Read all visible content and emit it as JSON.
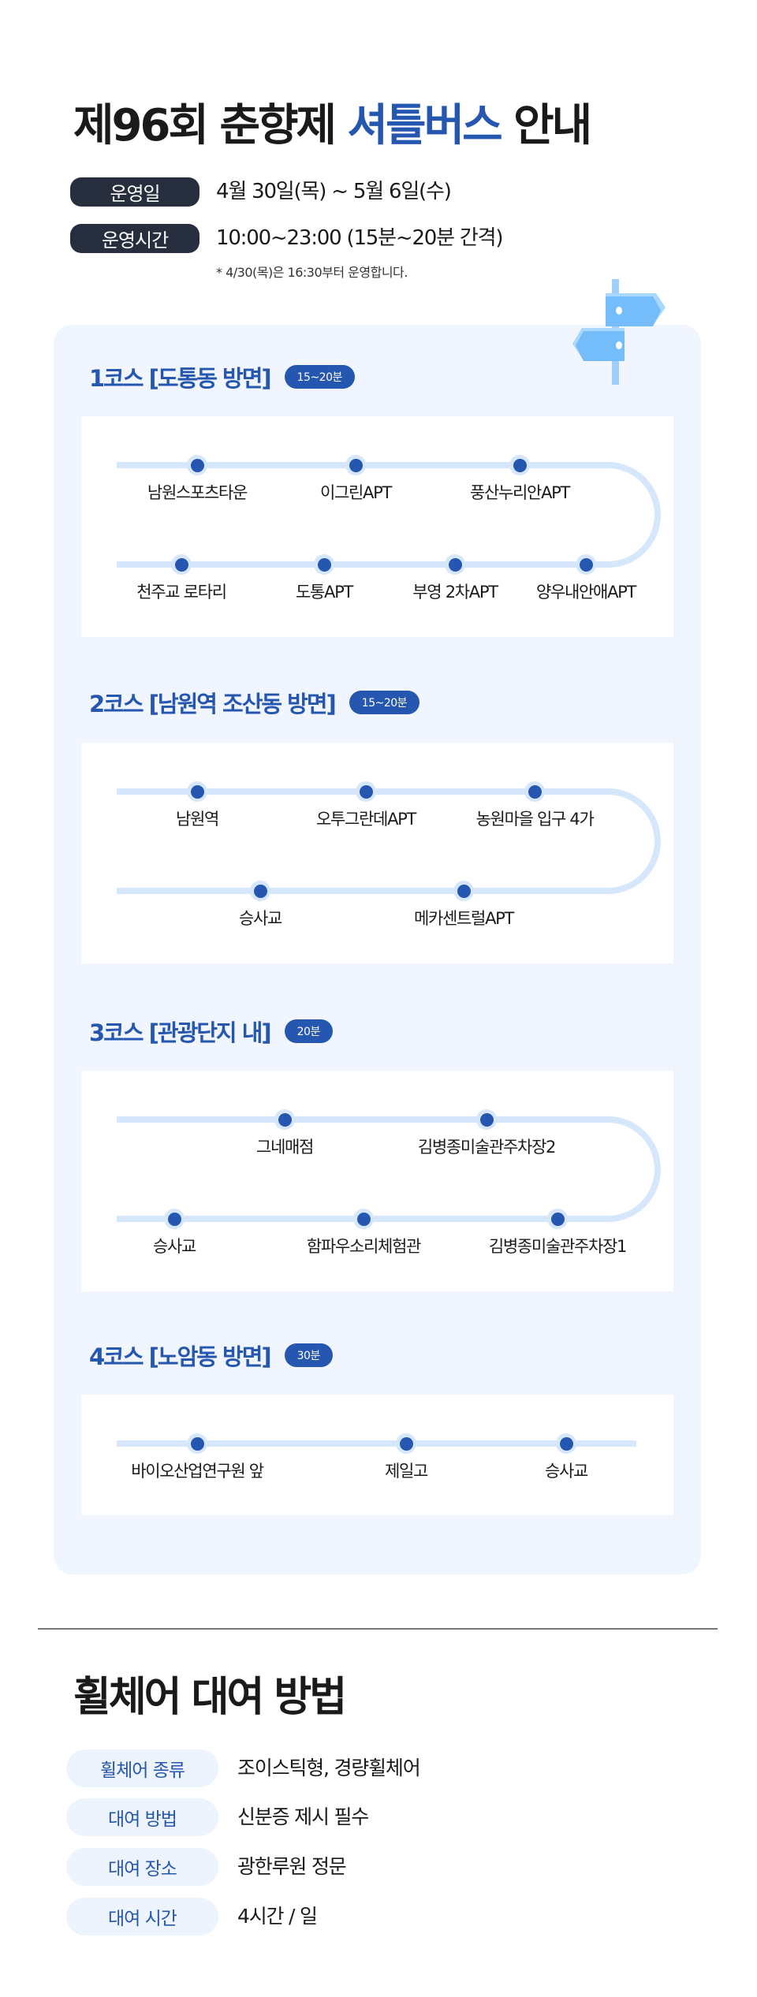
{
  "header": {
    "title_part1": "제96회 춘향제 ",
    "title_highlight": "셔틀버스",
    "title_part2": " 안내"
  },
  "schedule": [
    {
      "label": "운영일",
      "value": "4월 30일(목) ~ 5월 6일(수)"
    },
    {
      "label": "운영시간",
      "value": "10:00~23:00 (15분~20분 간격)"
    }
  ],
  "note": "* 4/30(목)은 16:30부터 운영합니다.",
  "courses": [
    {
      "title": "1코스 [도통동 방면]",
      "interval": "15~20분",
      "row1": [
        "남원스포츠타운",
        "이그린APT",
        "풍산누리안APT"
      ],
      "row2": [
        "천주교 로타리",
        "도통APT",
        "부영 2차APT",
        "양우내안애APT"
      ]
    },
    {
      "title": "2코스 [남원역 조산동 방면]",
      "interval": "15~20분",
      "row1": [
        "남원역",
        "오투그란데APT",
        "농원마을 입구 4가"
      ],
      "row2": [
        "승사교",
        "메카센트럴APT"
      ]
    },
    {
      "title": "3코스 [관광단지 내]",
      "interval": "20분",
      "row1": [
        "그네매점",
        "김병종미술관주차장2"
      ],
      "row2": [
        "승사교",
        "함파우소리체험관",
        "김병종미술관주차장1"
      ]
    },
    {
      "title": "4코스 [노암동 방면]",
      "interval": "30분",
      "row1": [
        "바이오산업연구원 앞",
        "제일고",
        "승사교"
      ]
    }
  ],
  "wheelchair": {
    "title": "휠체어 대여 방법",
    "rows": [
      {
        "label": "휠체어 종류",
        "value": "조이스틱형, 경량휠체어"
      },
      {
        "label": "대여 방법",
        "value": "신분증 제시 필수"
      },
      {
        "label": "대여 장소",
        "value": "광한루원 정문"
      },
      {
        "label": "대여 시간",
        "value": "4시간 / 일"
      }
    ]
  },
  "colors": {
    "accent": "#2557b0",
    "dark": "#272e3d",
    "panel": "#f0f5fe",
    "route_line": "#d6e6fb",
    "sign": "#74bcfa"
  }
}
